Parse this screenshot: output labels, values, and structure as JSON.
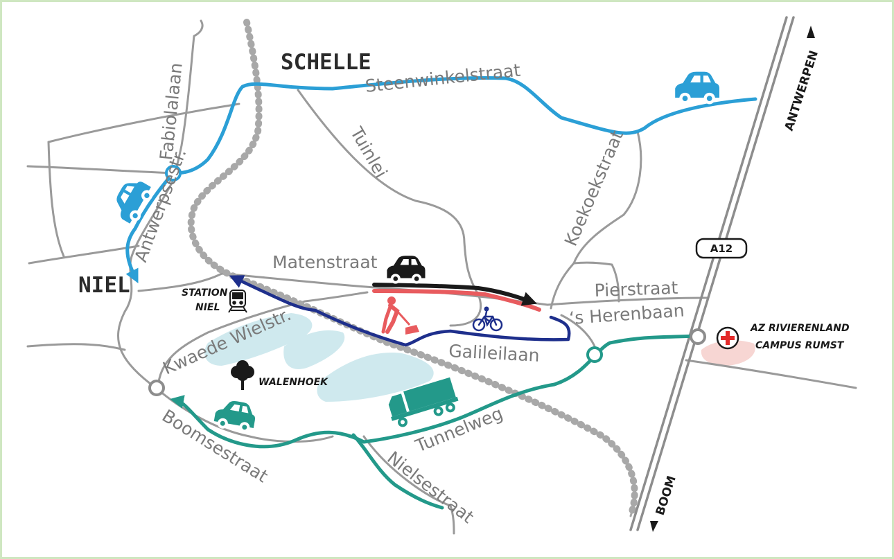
{
  "colors": {
    "background": "#ffffff",
    "frame": "#cfe7c1",
    "road": "#9a9a9a",
    "motorway": "#8d8d8d",
    "rail": "#a8a8a8",
    "route_north": "#2b9fd6",
    "route_south": "#23998a",
    "detour_bike": "#1e2f8c",
    "car_route": "#1a1a1a",
    "works": "#e85b5e",
    "water": "#cfe9ee",
    "hospital_area": "#f7d6d3"
  },
  "towns": {
    "schelle": "SCHELLE",
    "niel": "NIEL"
  },
  "roads": {
    "steenwinkelstraat": "Steenwinkelstraat",
    "fabiolalaan": "Fabiolalaan",
    "tuinlei": "Tuinlei",
    "antwerpsestr": "Antwerpsestr.",
    "koekoekstraat": "Koekoekstraat",
    "matenstraat": "Matenstraat",
    "pierstraat": "Pierstraat",
    "herenbaan": "‘s Herenbaan",
    "galileilaan": "Galileilaan",
    "kwaede_wielstr": "Kwaede Wielstr.",
    "boomsestraat": "Boomsestraat",
    "tunnelweg": "Tunnelweg",
    "nielsestraat": "Nielsestraat"
  },
  "motorway": {
    "number": "A12",
    "direction_north": "ANTWERPEN",
    "direction_south": "BOOM"
  },
  "pois": {
    "station_line1": "STATION",
    "station_line2": "NIEL",
    "walenhoek": "WALENHOEK",
    "hospital_line1": "AZ RIVIERENLAND",
    "hospital_line2": "CAMPUS RUMST"
  },
  "icons": [
    "car-icon",
    "truck-icon",
    "bicycle-icon",
    "roadworks-icon",
    "train-icon",
    "tree-icon",
    "hospital-icon",
    "roundabout-icon"
  ]
}
